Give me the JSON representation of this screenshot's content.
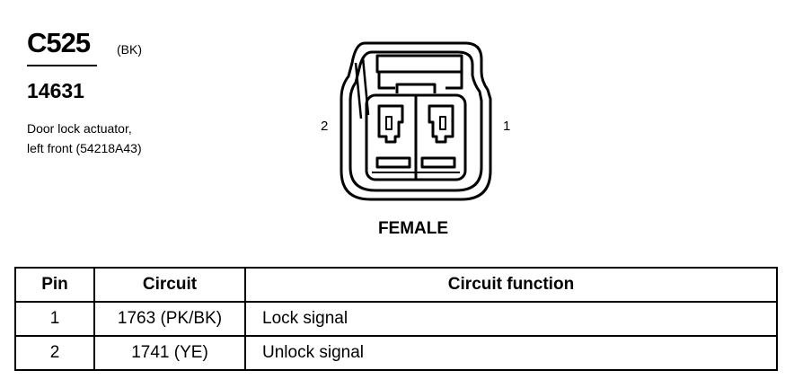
{
  "connector": {
    "id": "C525",
    "color": "(BK)",
    "part_number": "14631",
    "description_lines": [
      "Door lock actuator,",
      "left front (54218A43)"
    ],
    "pin_labels": {
      "left": "2",
      "right": "1"
    },
    "gender": "FEMALE"
  },
  "table": {
    "headers": [
      "Pin",
      "Circuit",
      "Circuit function"
    ],
    "rows": [
      {
        "pin": "1",
        "circuit": "1763 (PK/BK)",
        "function": "Lock signal"
      },
      {
        "pin": "2",
        "circuit": "1741 (YE)",
        "function": "Unlock signal"
      }
    ]
  }
}
